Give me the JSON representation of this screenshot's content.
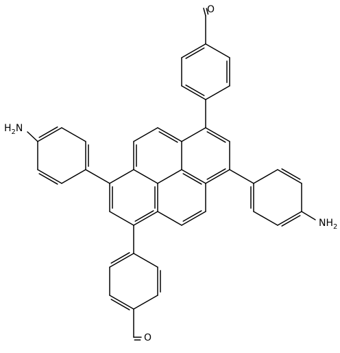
{
  "labels": {
    "oxygen_top": "O",
    "oxygen_bottom": "O",
    "amine_left": {
      "main": "H",
      "sub": "2",
      "tail": "N"
    },
    "amine_right": {
      "main": "NH",
      "sub": "2"
    }
  },
  "colors": {
    "ink": "#000000",
    "background": "#ffffff"
  }
}
